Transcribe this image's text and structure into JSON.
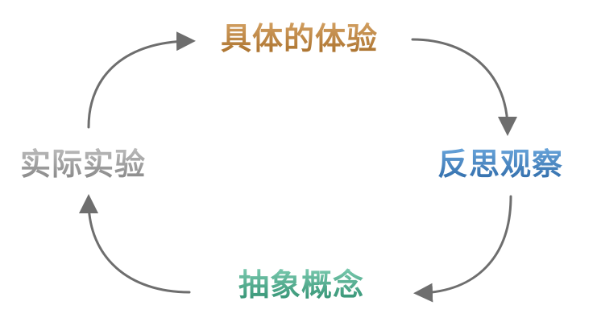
{
  "cycle": {
    "nodes": {
      "top": "具体的体验",
      "right": "反思观察",
      "bottom": "抽象概念",
      "left": "实际实验"
    },
    "colors": {
      "top": "#b8843f",
      "right": "#3c7fbf",
      "bottom": "#4aa88a",
      "left": "#9a9a9a",
      "arrow": "#6e6e6e"
    }
  }
}
